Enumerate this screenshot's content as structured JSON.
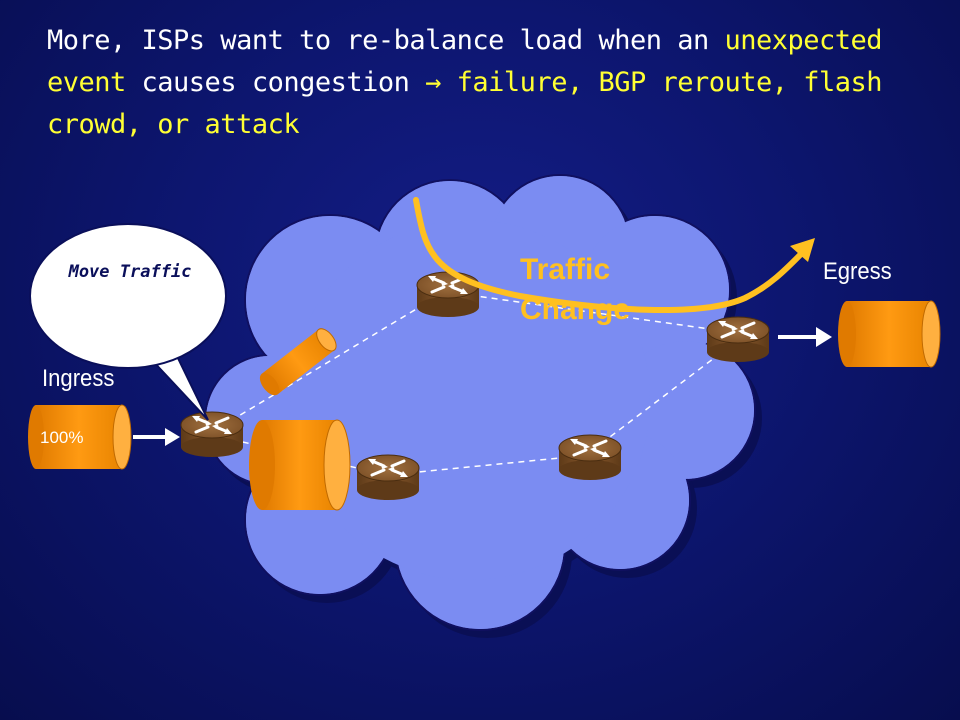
{
  "title": {
    "part1": "More, ISPs want to re-balance load when an ",
    "highlight1": "unexpected event",
    "part2": " causes congestion ",
    "arrow": "→",
    "highlight2": " failure, BGP reroute, flash crowd, or attack"
  },
  "labels": {
    "ingress": "Ingress",
    "egress": "Egress",
    "ingress_percent": "100%",
    "traffic_change": "Traffic Change",
    "move_traffic": "Move Traffic"
  },
  "colors": {
    "background": "#0d1670",
    "cloud": "#7b8cf2",
    "pipe": "#ff9a12",
    "router": "#8a5a2e",
    "traffic_arrow": "#ffc020",
    "title_highlight": "#ffff33"
  },
  "icons": [
    "router-icon",
    "pipe-icon",
    "arrow-icon",
    "speech-bubble-icon",
    "cloud-icon"
  ]
}
